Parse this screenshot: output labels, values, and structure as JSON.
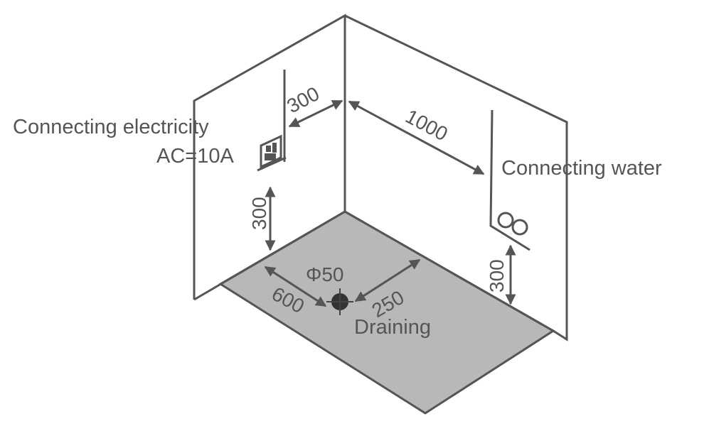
{
  "labels": {
    "electricity": "Connecting electricity",
    "current": "AC=10A",
    "water": "Connecting water",
    "drain": "Draining"
  },
  "dimensions": {
    "socket_to_corner": "300",
    "corner_to_water": "1000",
    "socket_height": "300",
    "water_height": "300",
    "drain_diameter": "Φ50",
    "drain_from_left_wall": "600",
    "drain_from_back_wall": "250"
  },
  "colors": {
    "line": "#555555",
    "floor": "#b8b8b8"
  }
}
